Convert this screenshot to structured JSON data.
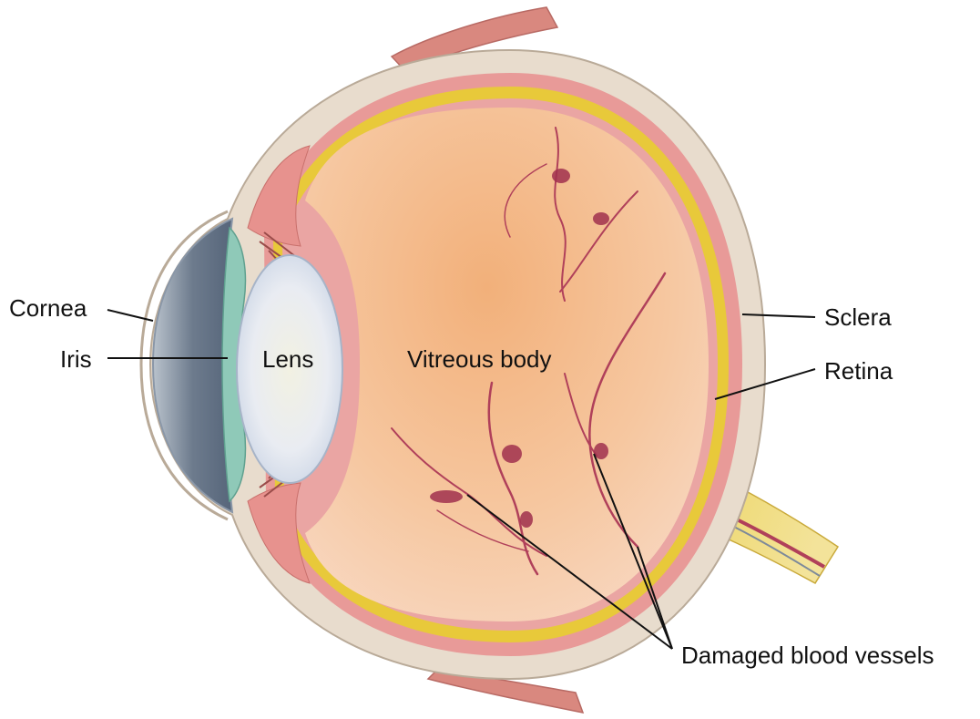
{
  "diagram": {
    "labels": {
      "cornea": "Cornea",
      "iris": "Iris",
      "lens": "Lens",
      "vitreous": "Vitreous body",
      "sclera": "Sclera",
      "retina": "Retina",
      "damaged": "Damaged blood vessels"
    },
    "colors": {
      "sclera": "#e8dccd",
      "choroid": "#e89a98",
      "retina": "#e8c93a",
      "vitreous": "#f4b98a",
      "cornea_chamber": "#7d8a9a",
      "iris": "#8fc9b8",
      "lens": "#eef0f4",
      "vessel": "#b0405a",
      "muscle": "#d9887f",
      "optic_nerve": "#e6c84a"
    }
  }
}
